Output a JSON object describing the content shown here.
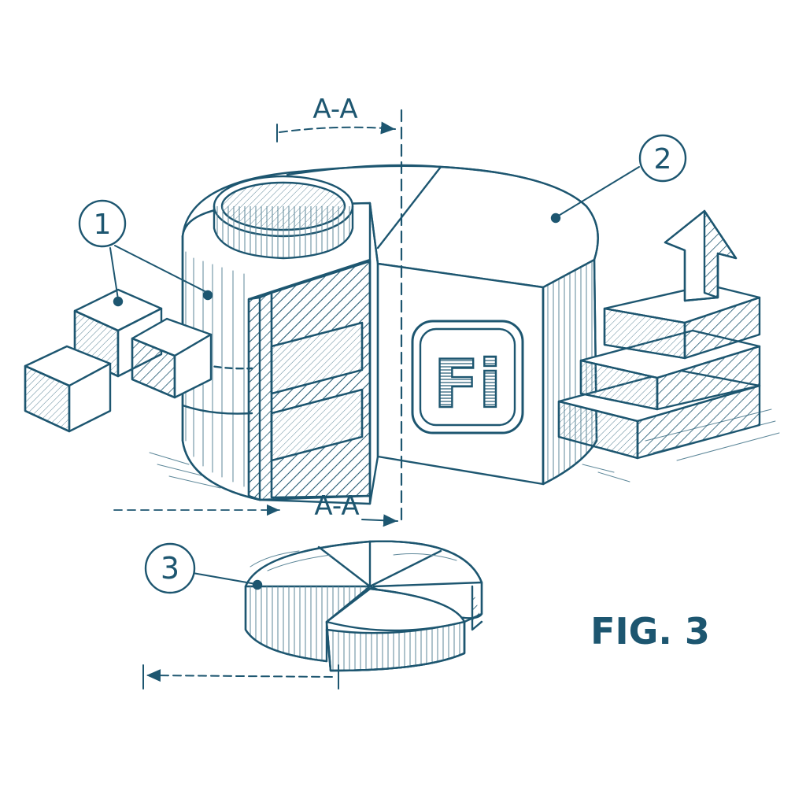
{
  "colors": {
    "ink": "#1d5670",
    "paper": "#ffffff",
    "hatch": "#5d8799"
  },
  "section": {
    "top_label": "A-A",
    "bottom_label": "A-A"
  },
  "callouts": [
    {
      "id": "callout-1",
      "number": "1"
    },
    {
      "id": "callout-2",
      "number": "2"
    },
    {
      "id": "callout-3",
      "number": "3"
    }
  ],
  "logo": {
    "text": "Fi"
  },
  "figure": {
    "caption": "FIG. 3"
  }
}
